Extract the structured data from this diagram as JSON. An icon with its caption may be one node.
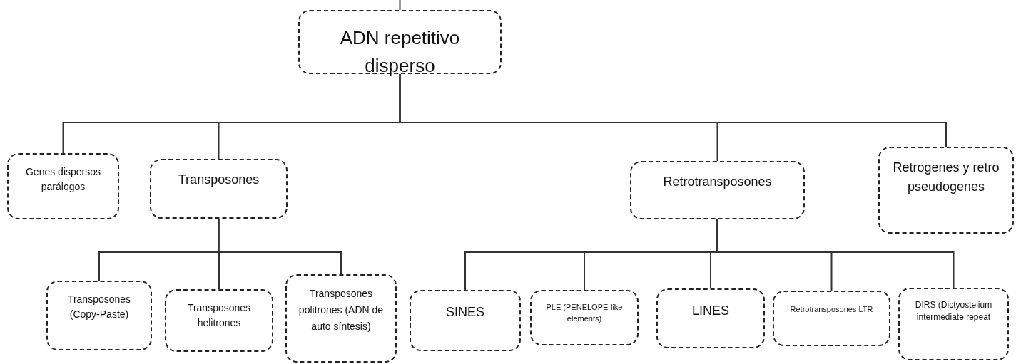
{
  "diagram": {
    "nodes": [
      {
        "text": [
          "ADN repetitivo disperso"
        ]
      },
      {
        "text": [
          "Genes dispersos parálogos"
        ]
      },
      {
        "text": [
          "Transposones"
        ]
      },
      {
        "text": [
          "Retrotransposones"
        ]
      },
      {
        "text": [
          "Retrogenes y retro pseudogenes"
        ]
      },
      {
        "text": [
          "Transposones (Copy-Paste)"
        ]
      },
      {
        "text": [
          "Transposones helitrones"
        ]
      },
      {
        "text": [
          "Transposones politrones (ADN de auto síntesis)"
        ]
      },
      {
        "text": [
          "SINES"
        ]
      },
      {
        "text": [
          "PLE (PENELOPE-like elements)"
        ]
      },
      {
        "text": [
          "LINES"
        ]
      },
      {
        "text": [
          "Retrotransposones LTR"
        ]
      },
      {
        "text": [
          "DIRS (Dictyostelium intermediate repeat"
        ]
      }
    ],
    "edges": [
      {
        "from": null,
        "to": 0,
        "arrow": "none"
      },
      {
        "from": 0,
        "to": 1,
        "arrow": "none"
      },
      {
        "from": 0,
        "to": 2,
        "arrow": "none"
      },
      {
        "from": 0,
        "to": 3,
        "arrow": "none"
      },
      {
        "from": 0,
        "to": 4,
        "arrow": "none"
      },
      {
        "from": 2,
        "to": 5,
        "arrow": "none"
      },
      {
        "from": 2,
        "to": 6,
        "arrow": "none"
      },
      {
        "from": 2,
        "to": 7,
        "arrow": "none"
      },
      {
        "from": 3,
        "to": 8,
        "arrow": "none"
      },
      {
        "from": 3,
        "to": 9,
        "arrow": "none"
      },
      {
        "from": 3,
        "to": 10,
        "arrow": "none"
      },
      {
        "from": 3,
        "to": 11,
        "arrow": "none"
      },
      {
        "from": 3,
        "to": 12,
        "arrow": "none"
      }
    ]
  }
}
